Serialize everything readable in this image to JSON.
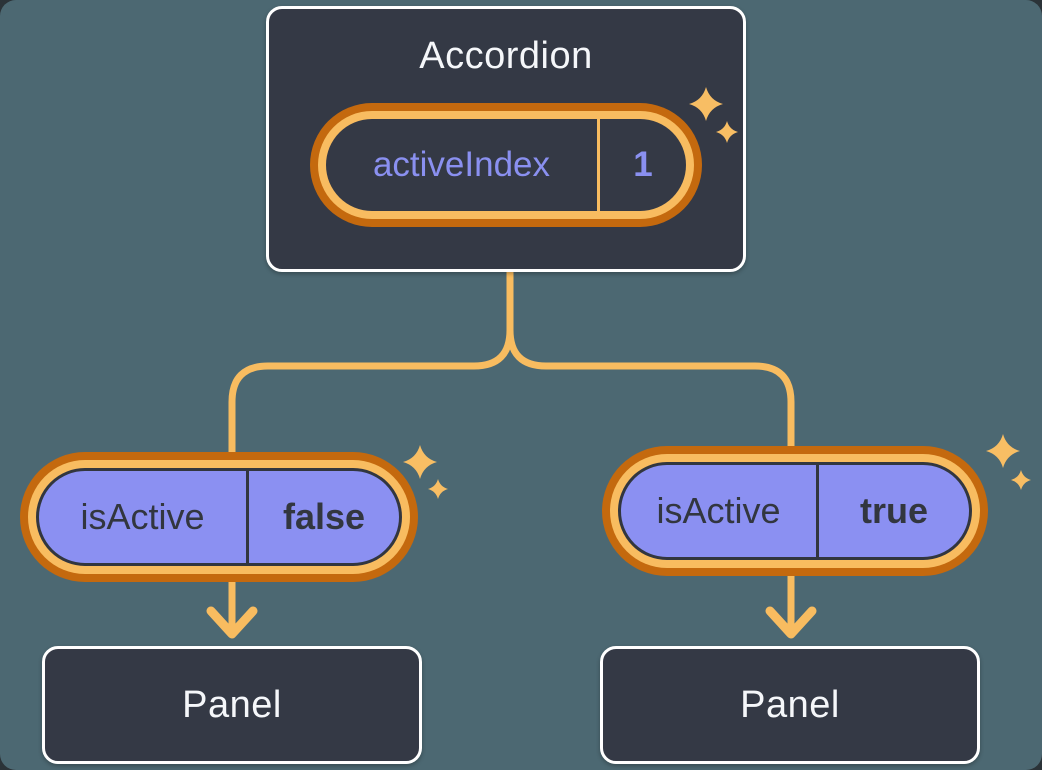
{
  "canvas": {
    "background": "#4C6872"
  },
  "colors": {
    "node_fill": "#343945",
    "node_border": "#FFFFFF",
    "node_text": "#F5F7FA",
    "ring_outer_orange": "#C4690E",
    "ring_inner_orange": "#F8BC60",
    "connector_orange": "#F8BC60",
    "sparkle_orange": "#F8BE64",
    "state_purple": "#8A90F0",
    "prop_pill_purple": "#8B90F2",
    "prop_text_dark": "#32363F"
  },
  "icons": {
    "sparkle": "four-point-star",
    "arrow": "down-arrow"
  },
  "root": {
    "title": "Accordion",
    "state": {
      "name": "activeIndex",
      "value": "1"
    }
  },
  "children": [
    {
      "state": {
        "name": "isActive",
        "value": "false"
      },
      "panel": {
        "title": "Panel"
      }
    },
    {
      "state": {
        "name": "isActive",
        "value": "true"
      },
      "panel": {
        "title": "Panel"
      }
    }
  ]
}
